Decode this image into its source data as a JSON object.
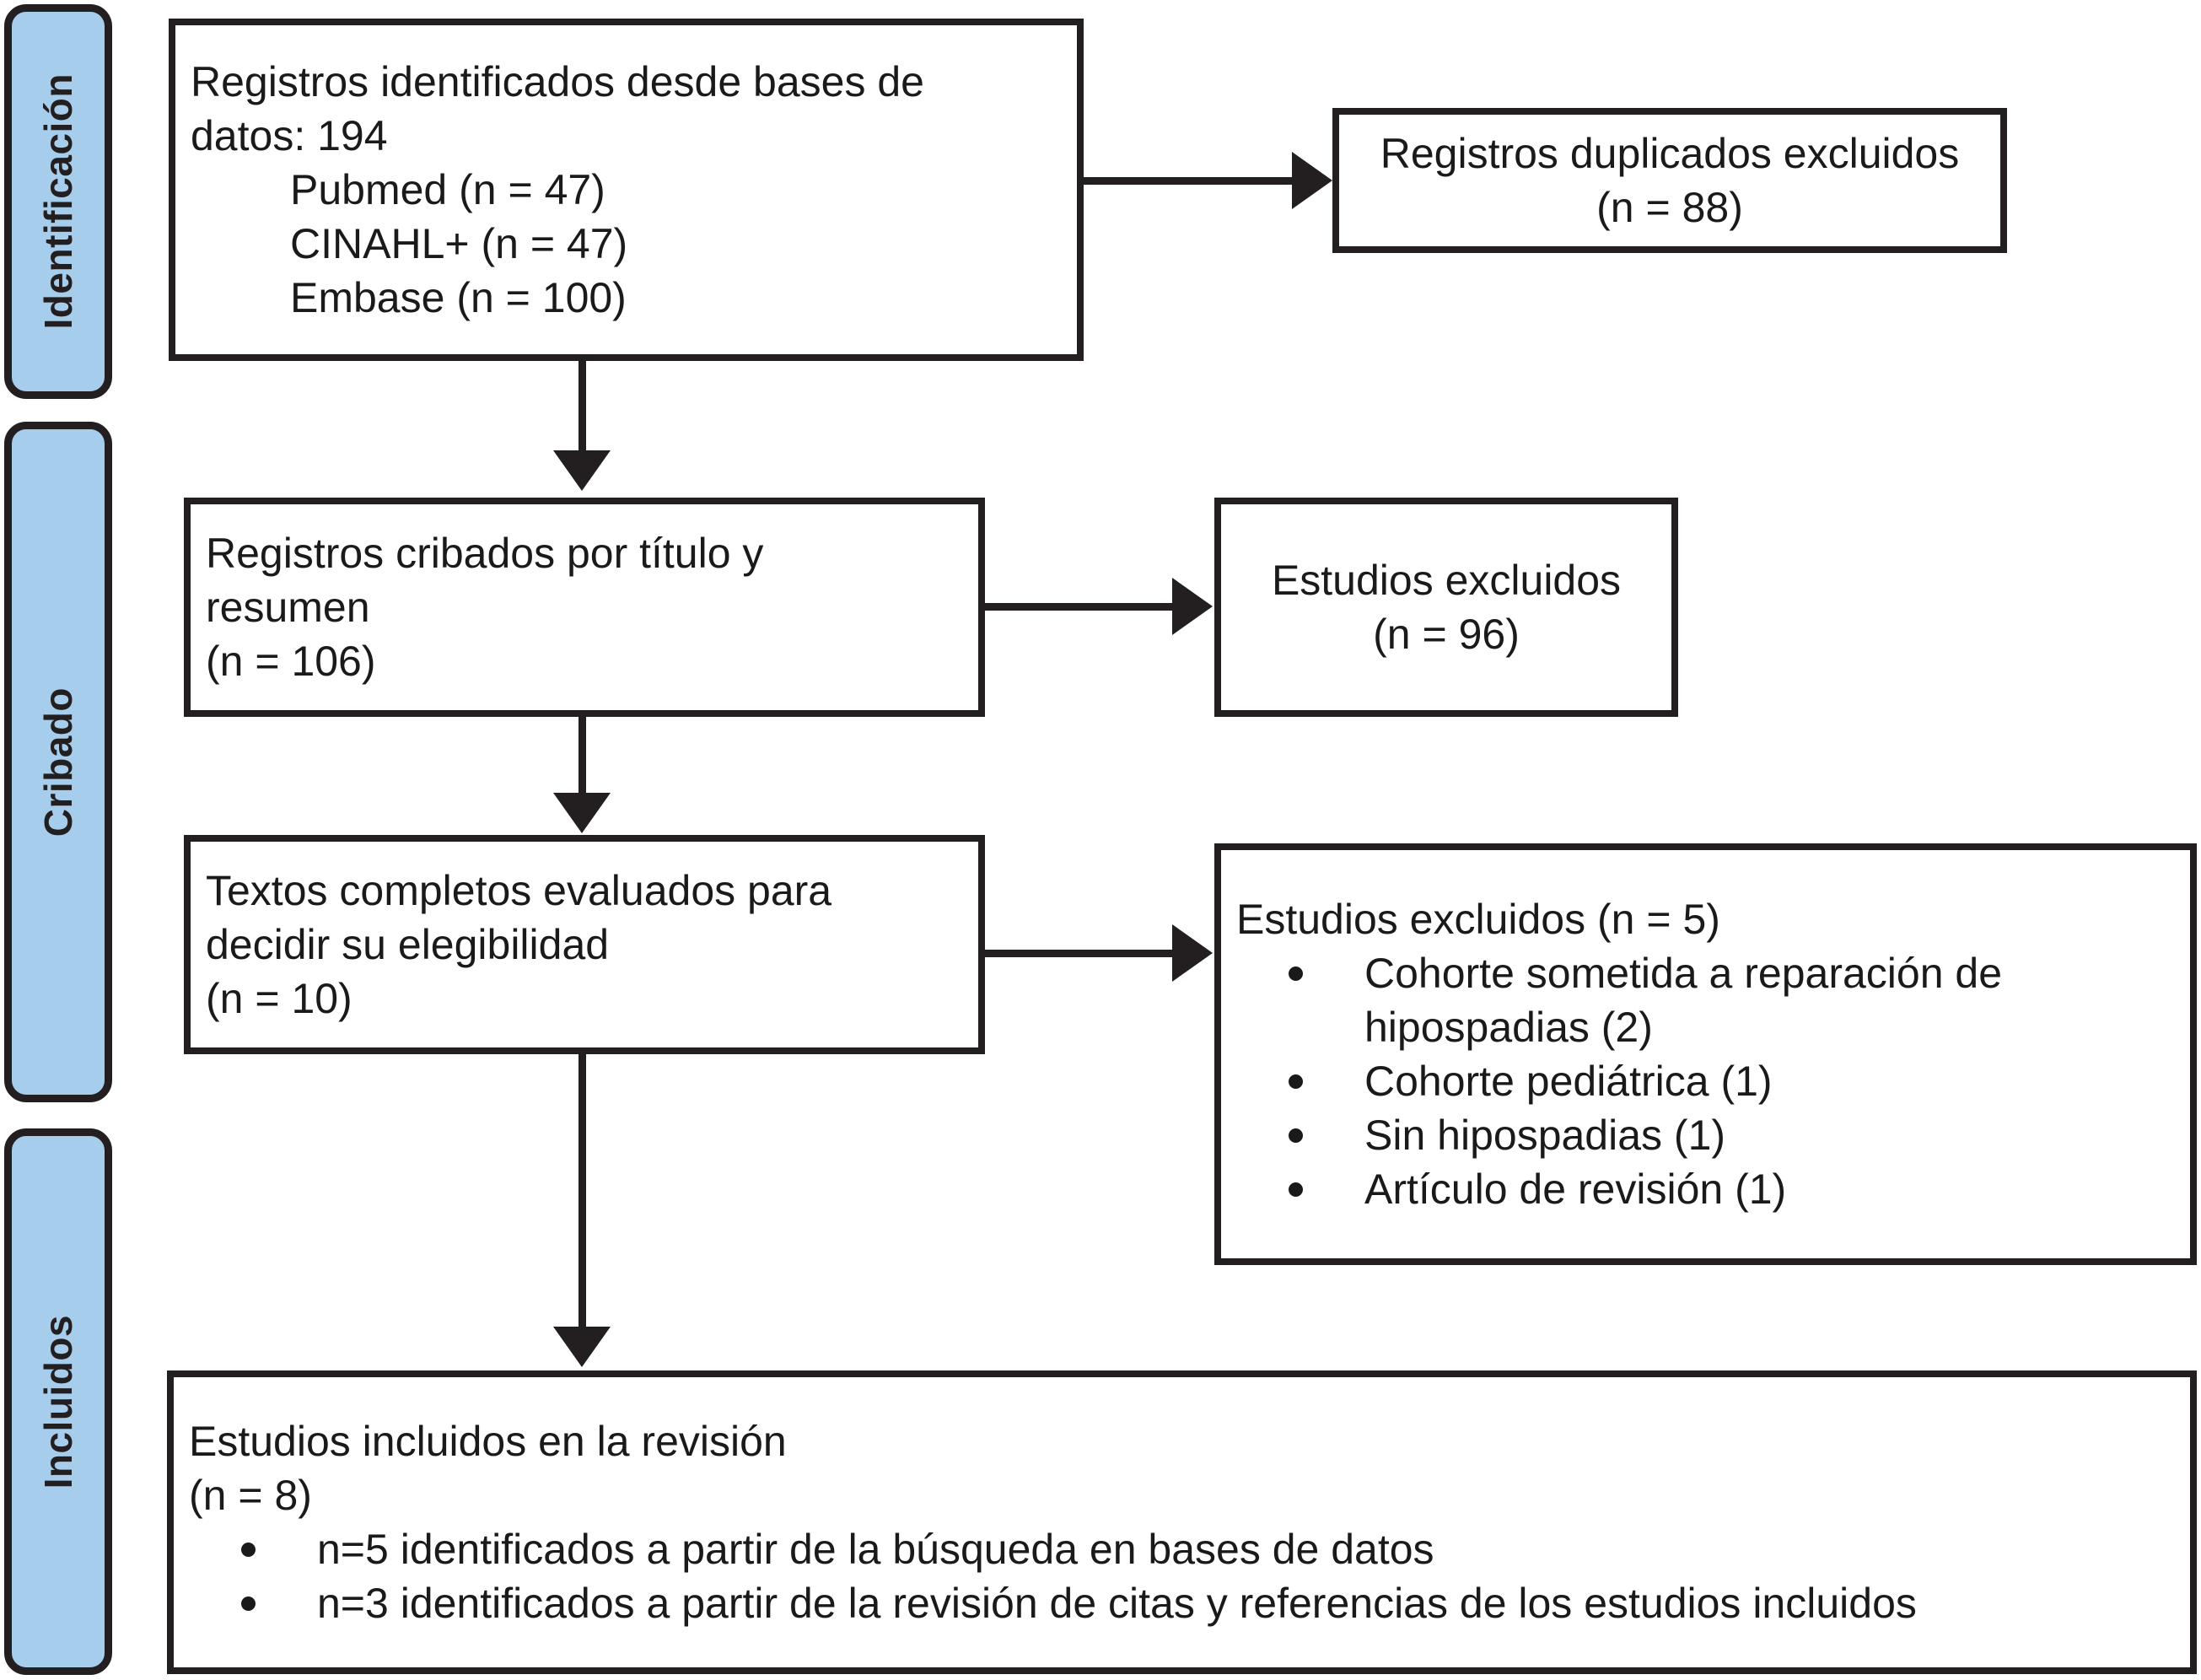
{
  "stages": [
    {
      "id": "identification",
      "label": "Identificación"
    },
    {
      "id": "screening",
      "label": "Cribado"
    },
    {
      "id": "included",
      "label": "Incluidos"
    }
  ],
  "colors": {
    "stage_fill": "#a6cdec",
    "stroke": "#231f20",
    "box_fill": "#ffffff",
    "text": "#1a1a1a"
  },
  "boxes": {
    "records_identified": {
      "lines": [
        "Registros identificados desde bases de",
        "datos: 194"
      ],
      "sources": [
        "Pubmed (n = 47)",
        "CINAHL+ (n = 47)",
        "Embase (n = 100)"
      ]
    },
    "duplicates_removed": {
      "line1": "Registros duplicados excluidos",
      "line2": "(n = 88)"
    },
    "records_screened": {
      "line1": "Registros cribados por título y",
      "line2": "resumen",
      "line3": "(n = 106)"
    },
    "records_excluded": {
      "line1": "Estudios excluidos",
      "line2": "(n = 96)"
    },
    "fulltext_assessed": {
      "line1": "Textos completos evaluados para",
      "line2": "decidir su elegibilidad",
      "line3": "(n = 10)"
    },
    "fulltext_excluded": {
      "heading": "Estudios excluidos (n = 5)",
      "reasons": [
        "Cohorte sometida a reparación de",
        "hipospadias (2)",
        "Cohorte pediátrica (1)",
        "Sin hipospadias (1)",
        "Artículo de revisión (1)"
      ],
      "reason_items": [
        {
          "text_line1": "Cohorte sometida a reparación de",
          "text_line2": "hipospadias (2)"
        },
        {
          "text_line1": "Cohorte pediátrica (1)",
          "text_line2": ""
        },
        {
          "text_line1": "Sin hipospadias (1)",
          "text_line2": ""
        },
        {
          "text_line1": "Artículo de revisión (1)",
          "text_line2": ""
        }
      ]
    },
    "studies_included": {
      "line1": "Estudios incluidos en la revisión",
      "line2": "(n = 8)",
      "items": [
        "n=5 identificados a partir de la búsqueda en bases de datos",
        "n=3 identificados a partir de la revisión de citas y referencias de los estudios incluidos"
      ]
    }
  }
}
